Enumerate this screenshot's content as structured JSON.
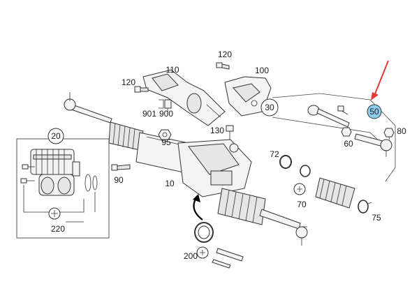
{
  "diagram": {
    "labels": {
      "l10": "10",
      "l20": "20",
      "l30": "30",
      "l50": "50",
      "l60": "60",
      "l70": "70",
      "l72": "72",
      "l75": "75",
      "l80": "80",
      "l90": "90",
      "l95": "95",
      "l100": "100",
      "l110": "110",
      "l120a": "120",
      "l120b": "120",
      "l130": "130",
      "l200": "200",
      "l220": "220",
      "l900": "900",
      "l901": "901"
    },
    "highlight_color": "#8ecdf0",
    "arrow_color": "#e53935"
  }
}
